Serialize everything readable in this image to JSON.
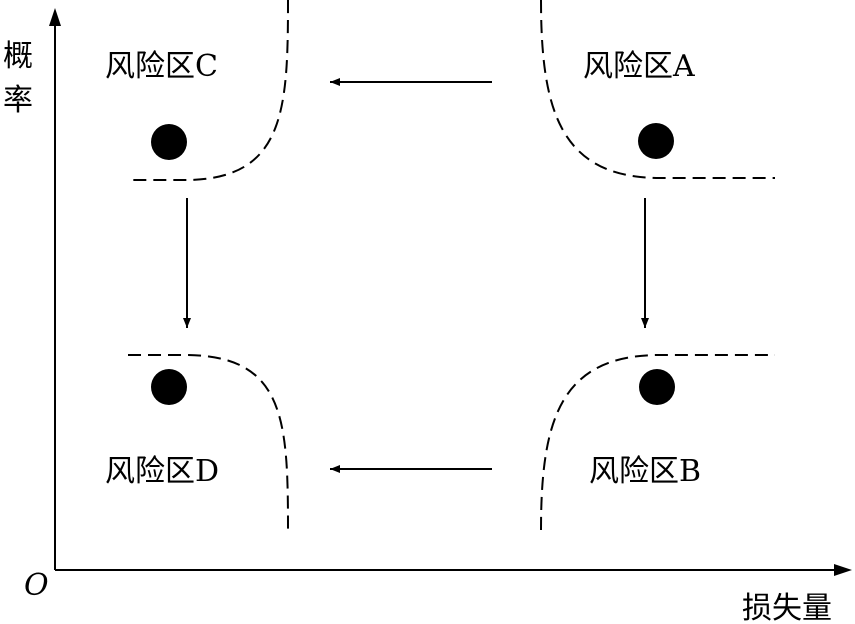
{
  "axes": {
    "y_label_chars": [
      "概",
      "率"
    ],
    "x_label": "损失量",
    "origin": "O"
  },
  "zones": {
    "a": "风险区A",
    "b": "风险区B",
    "c": "风险区C",
    "d": "风险区D"
  },
  "colors": {
    "ink": "#000000",
    "background": "#ffffff"
  }
}
